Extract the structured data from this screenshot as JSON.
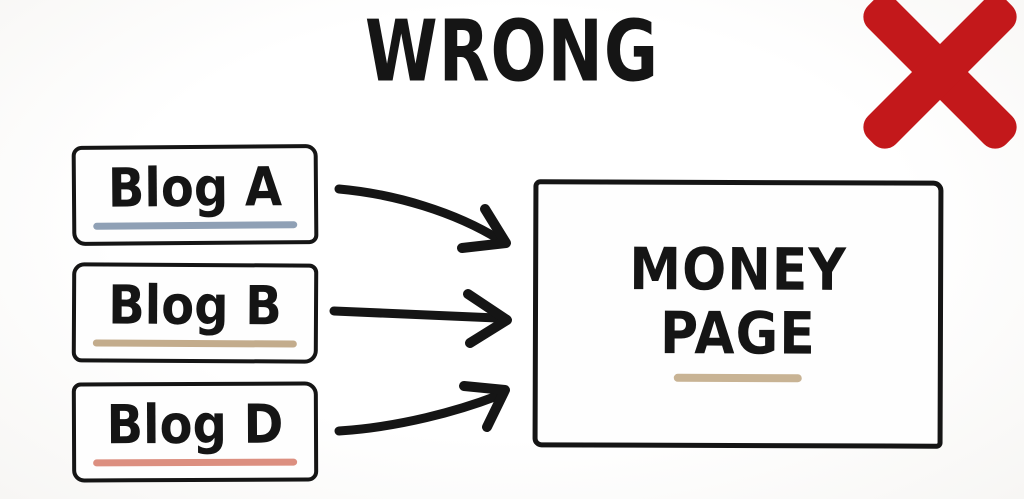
{
  "title": "WRONG",
  "verdict": {
    "icon": "red-x-mark-icon",
    "meaning": "incorrect pattern"
  },
  "colors": {
    "background": "#fcfcfc",
    "ink": "#151515",
    "x_mark": "#c3181b",
    "blog_a_underline": "#8fa0b5",
    "blog_b_underline": "#c3ac8c",
    "blog_d_underline": "#dc8f80",
    "money_underline": "#c8b394"
  },
  "source_boxes": [
    {
      "id": "blog-a",
      "label": "Blog A",
      "underline_color": "#8fa0b5"
    },
    {
      "id": "blog-b",
      "label": "Blog B",
      "underline_color": "#c3ac8c"
    },
    {
      "id": "blog-d",
      "label": "Blog D",
      "underline_color": "#dc8f80"
    }
  ],
  "target_box": {
    "label_line1": "MONEY",
    "label_line2": "PAGE",
    "underline_color": "#c8b394"
  },
  "connections": [
    {
      "from": "Blog A",
      "to": "Money Page",
      "shape": "curved-down-right"
    },
    {
      "from": "Blog B",
      "to": "Money Page",
      "shape": "straight-right"
    },
    {
      "from": "Blog D",
      "to": "Money Page",
      "shape": "curved-up-right"
    }
  ]
}
